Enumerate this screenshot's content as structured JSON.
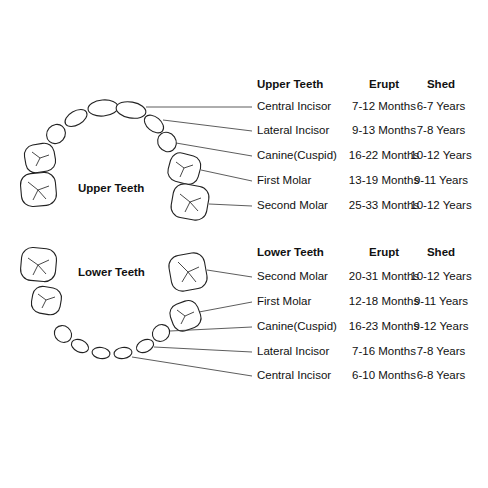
{
  "diagram": {
    "labels": [
      "Upper Teeth",
      "Erupt",
      "Shed",
      "Central Incisor",
      "7-12 Months",
      "6-7 Years",
      "Lateral Incisor",
      "9-13 Months",
      "7-8 Years",
      "Canine(Cuspid)",
      "16-22 Months",
      "10-12 Years",
      "First Molar",
      "13-19 Months",
      "9-11 Years",
      "Second Molar",
      "25-33 Months",
      "10-12 Years",
      "Upper Teeth",
      "Lower Teeth",
      "Erupt",
      "Shed",
      "Second Molar",
      "20-31 Months",
      "10-12 Years",
      "First Molar",
      "12-18 Months",
      "9-11 Years",
      "Canine(Cuspid)",
      "16-23 Months",
      "9-12 Years",
      "Lateral Incisor",
      "7-16 Months",
      "7-8 Years",
      "Central Incisor",
      "6-10 Months",
      "6-8 Years",
      "Lower Teeth"
    ]
  }
}
